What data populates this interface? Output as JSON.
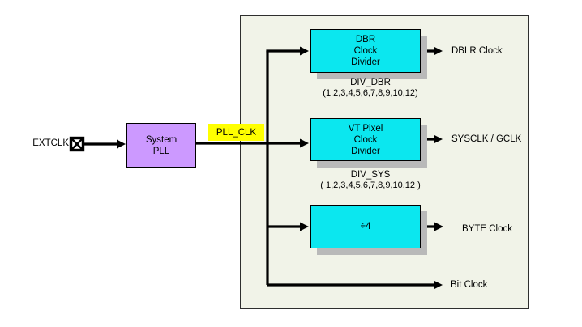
{
  "colors": {
    "cyan": "#0BE7EF",
    "purple": "#CC99FF",
    "yellow": "#FFFF00",
    "panel-bg": "#F1F3E8",
    "panel-border": "#2E2E2E",
    "shadow": "#B9B9B9",
    "wire": "#000000",
    "text": "#000000",
    "canvas-bg": "#FFFFFF"
  },
  "input": {
    "label": "EXTCLK"
  },
  "pll": {
    "line1": "System",
    "line2": "PLL",
    "output_tag": "PLL_CLK"
  },
  "dbr": {
    "line1": "DBR",
    "line2": "Clock",
    "line3": "Divider",
    "param": "DIV_DBR",
    "param_values": "(1,2,3,4,5,6,7,8,9,10,12)",
    "output": "DBLR Clock"
  },
  "vt": {
    "line1": "VT Pixel",
    "line2": "Clock",
    "line3": "Divider",
    "param": "DIV_SYS",
    "param_values": "( 1,2,3,4,5,6,7,8,9,10,12 )",
    "output": "SYSCLK / GCLK"
  },
  "div4": {
    "label": "÷4",
    "output": "BYTE Clock"
  },
  "bit": {
    "output": "Bit Clock"
  }
}
